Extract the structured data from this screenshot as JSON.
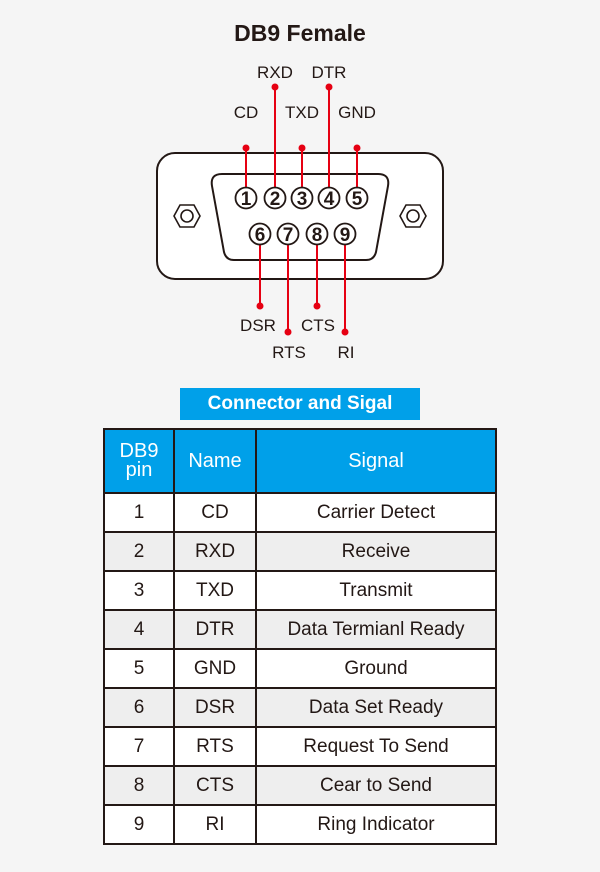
{
  "title": "DB9 Female",
  "connector": {
    "top_pins": [
      {
        "num": "1",
        "label": "CD"
      },
      {
        "num": "2",
        "label": "RXD"
      },
      {
        "num": "3",
        "label": "TXD"
      },
      {
        "num": "4",
        "label": "DTR"
      },
      {
        "num": "5",
        "label": "GND"
      }
    ],
    "bottom_pins": [
      {
        "num": "6",
        "label": "DSR"
      },
      {
        "num": "7",
        "label": "RTS"
      },
      {
        "num": "8",
        "label": "CTS"
      },
      {
        "num": "9",
        "label": "RI"
      }
    ],
    "wire_color": "#e60012"
  },
  "section_title": "Connector and Sigal",
  "table": {
    "headers": [
      "DB9\npin",
      "Name",
      "Signal"
    ],
    "header_color": "#00a0e9",
    "rows": [
      [
        "1",
        "CD",
        "Carrier Detect"
      ],
      [
        "2",
        "RXD",
        "Receive"
      ],
      [
        "3",
        "TXD",
        "Transmit"
      ],
      [
        "4",
        "DTR",
        "Data Termianl Ready"
      ],
      [
        "5",
        "GND",
        "Ground"
      ],
      [
        "6",
        "DSR",
        "Data Set Ready"
      ],
      [
        "7",
        "RTS",
        "Request To Send"
      ],
      [
        "8",
        "CTS",
        "Cear to Send"
      ],
      [
        "9",
        "RI",
        "Ring Indicator"
      ]
    ]
  }
}
